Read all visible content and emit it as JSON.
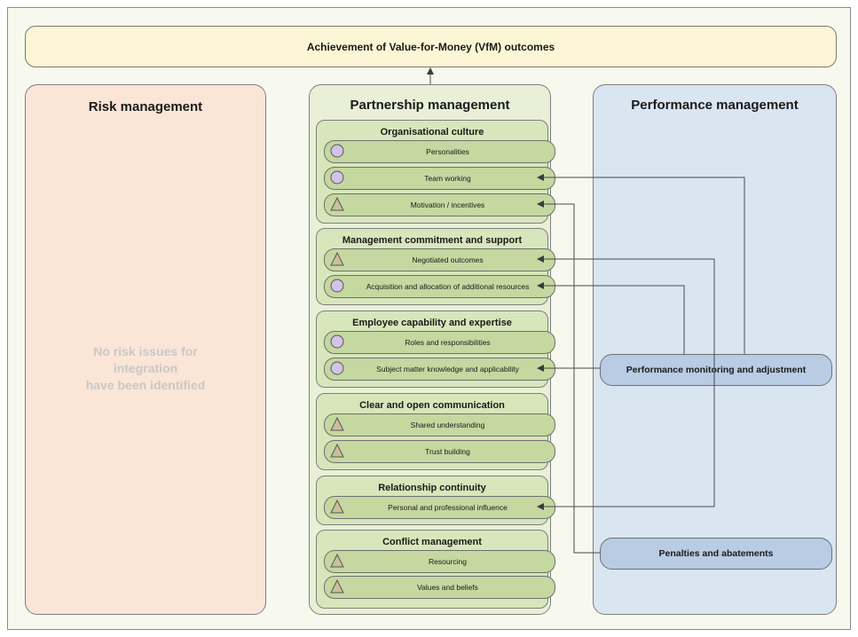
{
  "banner": {
    "title": "Achievement of Value-for-Money (VfM) outcomes"
  },
  "columns": {
    "risk": {
      "title": "Risk management",
      "note": [
        "No risk issues for",
        "integration",
        "have been identified"
      ]
    },
    "partnership": {
      "title": "Partnership management"
    },
    "performance": {
      "title": "Performance management"
    }
  },
  "groups": [
    {
      "title": "Organisational culture",
      "items": [
        {
          "label": "Personalities",
          "marker": "circle"
        },
        {
          "label": "Team working",
          "marker": "circle"
        },
        {
          "label": "Motivation / incentives",
          "marker": "triangle"
        }
      ]
    },
    {
      "title": "Management commitment and support",
      "items": [
        {
          "label": "Negotiated outcomes",
          "marker": "triangle"
        },
        {
          "label": "Acquisition and allocation of additional resources",
          "marker": "circle"
        }
      ]
    },
    {
      "title": "Employee capability and expertise",
      "items": [
        {
          "label": "Roles and responsibilities",
          "marker": "circle"
        },
        {
          "label": "Subject matter knowledge and applicability",
          "marker": "circle"
        }
      ]
    },
    {
      "title": "Clear and open communication",
      "items": [
        {
          "label": "Shared understanding",
          "marker": "triangle"
        },
        {
          "label": "Trust building",
          "marker": "triangle"
        }
      ]
    },
    {
      "title": "Relationship continuity",
      "items": [
        {
          "label": "Personal and professional influence",
          "marker": "triangle"
        }
      ]
    },
    {
      "title": "Conflict management",
      "items": [
        {
          "label": "Resourcing",
          "marker": "triangle"
        },
        {
          "label": "Values and beliefs",
          "marker": "triangle"
        }
      ]
    }
  ],
  "performance_boxes": {
    "monitoring": "Performance monitoring and adjustment",
    "penalties": "Penalties and abatements"
  },
  "colors": {
    "circle_marker": "#d3c3e6",
    "triangle_marker": "#c9bf9a",
    "item_fill": "#c4d8a0",
    "group_fill": "#d8e6bb"
  }
}
